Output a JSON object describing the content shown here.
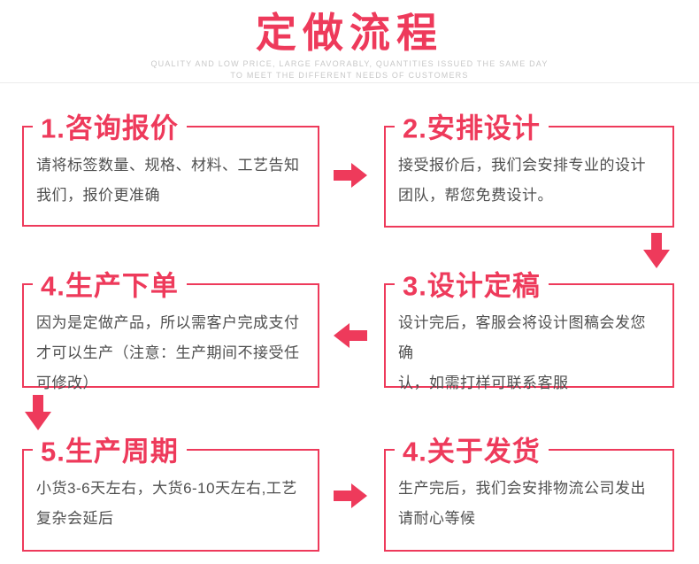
{
  "theme": {
    "accent_color": "#ee3a5b",
    "body_text_color": "#4f4f4f",
    "subtitle_text_color": "#c8c8c8",
    "divider_color": "#ececec",
    "background_color": "#ffffff"
  },
  "header": {
    "title": "定做流程",
    "subtitle_line1": "QUALITY AND LOW PRICE, LARGE FAVORABLY, QUANTITIES ISSUED THE SAME DAY",
    "subtitle_line2": "TO MEET THE DIFFERENT NEEDS OF CUSTOMERS"
  },
  "steps": [
    {
      "title": "1.咨询报价",
      "body": "请将标签数量、规格、材料、工艺告知\n我们，报价更准确"
    },
    {
      "title": "2.安排设计",
      "body": "接受报价后，我们会安排专业的设计\n团队，帮您免费设计。"
    },
    {
      "title": "3.设计定稿",
      "body": "设计完后，客服会将设计图稿会发您确\n认，如需打样可联系客服"
    },
    {
      "title": "4.生产下单",
      "body": "因为是定做产品，所以需客户完成支付\n才可以生产（注意：生产期间不接受任\n可修改）"
    },
    {
      "title": "5.生产周期",
      "body": "小货3-6天左右，大货6-10天左右,工艺\n复杂会延后"
    },
    {
      "title": "4.关于发货",
      "body": "生产完后，我们会安排物流公司发出\n请耐心等候"
    }
  ],
  "icons": {
    "arrow_right": "block-arrow-right",
    "arrow_down": "block-arrow-down",
    "arrow_left": "block-arrow-left"
  }
}
